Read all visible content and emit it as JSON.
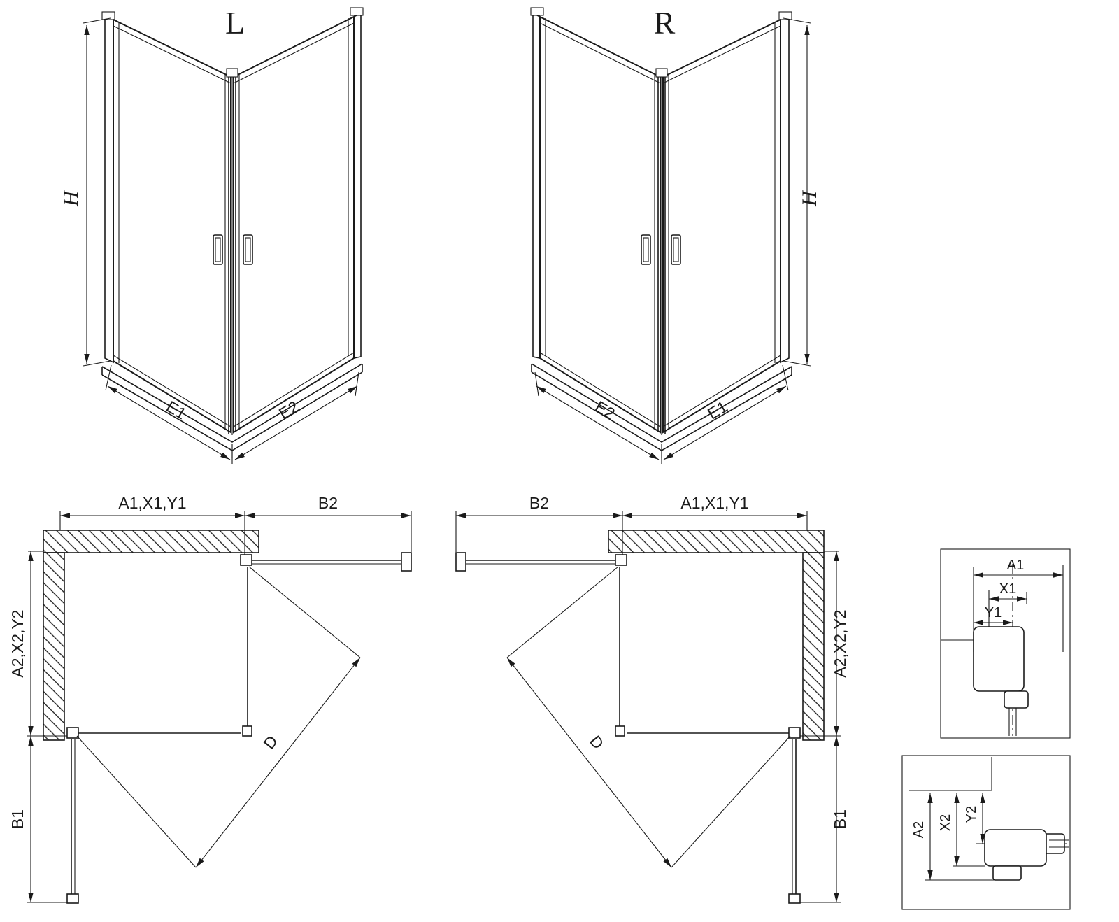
{
  "drawing": {
    "iso_left": {
      "view_label": "L",
      "dim_height": "H",
      "dim_width_left": "E1",
      "dim_width_right": "E2"
    },
    "iso_right": {
      "view_label": "R",
      "dim_height": "H",
      "dim_width_left": "E2",
      "dim_width_right": "E1"
    },
    "plan_left": {
      "dim_top": "A1,X1,Y1",
      "dim_top_outer": "B2",
      "dim_side": "A2,X2,Y2",
      "dim_side_outer": "B1",
      "dim_diagonal": "D"
    },
    "plan_right": {
      "dim_top": "A1,X1,Y1",
      "dim_top_outer": "B2",
      "dim_side": "A2,X2,Y2",
      "dim_side_outer": "B1",
      "dim_diagonal": "D"
    },
    "detail_top_profile": {
      "dim_a": "A1",
      "dim_x": "X1",
      "dim_y": "Y1"
    },
    "detail_bottom_profile": {
      "dim_a": "A2",
      "dim_x": "X2",
      "dim_y": "Y2"
    }
  },
  "colors": {
    "line": "#1a1a1a",
    "background": "#ffffff"
  }
}
